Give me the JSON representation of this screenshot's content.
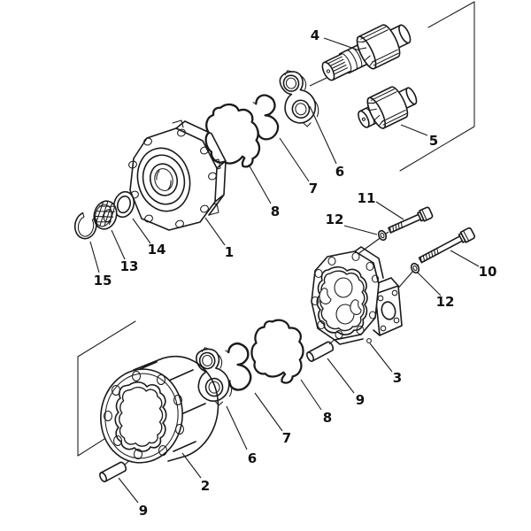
{
  "figure": {
    "type": "exploded-parts-diagram",
    "colors": {
      "background": "#ffffff",
      "line": "#1a1a1a"
    },
    "callouts": {
      "part1": "1",
      "part2": "2",
      "part3": "3",
      "part4": "4",
      "part5": "5",
      "part6_top": "6",
      "part6_bottom": "6",
      "part7_top": "7",
      "part7_bottom": "7",
      "part8_top": "8",
      "part8_bottom": "8",
      "part9_middle": "9",
      "part9_bottom": "9",
      "part10": "10",
      "part11": "11",
      "part12_upper": "12",
      "part12_lower": "12",
      "part13": "13",
      "part14": "14",
      "part15": "15"
    }
  }
}
